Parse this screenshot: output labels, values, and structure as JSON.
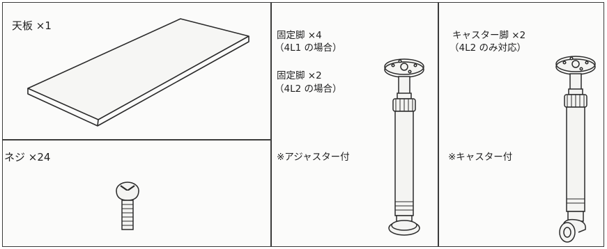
{
  "parts": {
    "tabletop": {
      "name": "天板",
      "qty": "×1"
    },
    "screws": {
      "name": "ネジ",
      "qty": "×24"
    },
    "fixed_legs": {
      "line1": "固定脚 ×4",
      "line2": "（4L1 の場合）",
      "line3": "固定脚 ×2",
      "line4": "（4L2 の場合）",
      "note": "※アジャスター付"
    },
    "caster_legs": {
      "line1": "キャスター脚 ×2",
      "line2": "（4L2 のみ対応）",
      "note": "※キャスター付"
    }
  }
}
